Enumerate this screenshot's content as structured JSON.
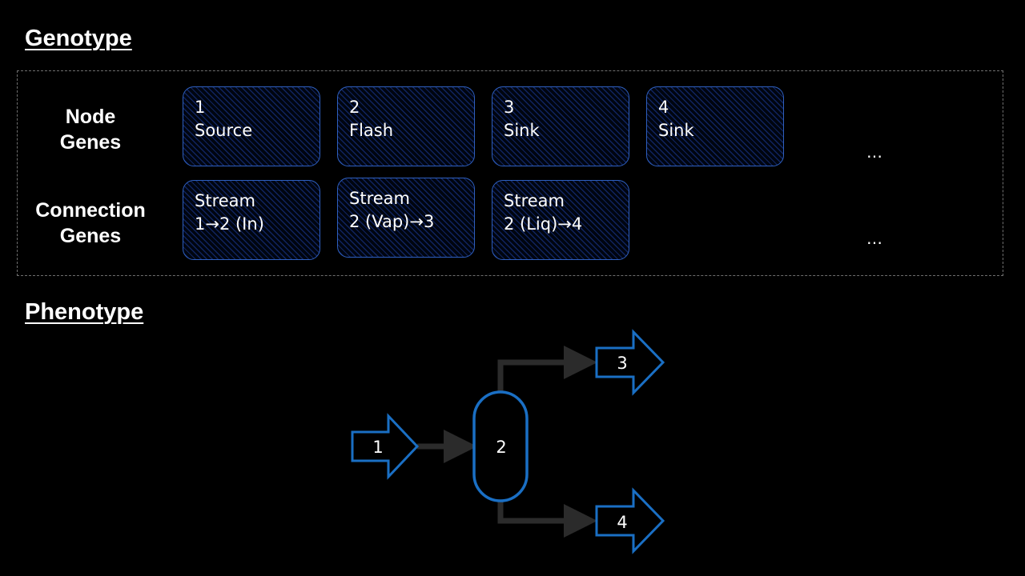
{
  "genotype": {
    "title": "Genotype",
    "node_genes_label": [
      "Node",
      "Genes"
    ],
    "connection_genes_label": [
      "Connection",
      "Genes"
    ],
    "node_genes": [
      {
        "id": "1",
        "type": "Source"
      },
      {
        "id": "2",
        "type": "Flash"
      },
      {
        "id": "3",
        "type": "Sink"
      },
      {
        "id": "4",
        "type": "Sink"
      }
    ],
    "connection_genes": [
      {
        "line1": "Stream",
        "line2": "1→2 (In)"
      },
      {
        "line1": "Stream",
        "line2": "2 (Vap)→3"
      },
      {
        "line1": "Stream",
        "line2": "2 (Liq)→4"
      }
    ],
    "ellipsis": "…"
  },
  "phenotype": {
    "title": "Phenotype",
    "nodes": [
      {
        "label": "1",
        "kind": "source-arrow"
      },
      {
        "label": "2",
        "kind": "flash-vessel"
      },
      {
        "label": "3",
        "kind": "sink-arrow"
      },
      {
        "label": "4",
        "kind": "sink-arrow"
      }
    ],
    "colors": {
      "node_outline": "#1a6fc4",
      "stream": "#2b2b2b",
      "gene_border": "#2e5fbf"
    }
  }
}
